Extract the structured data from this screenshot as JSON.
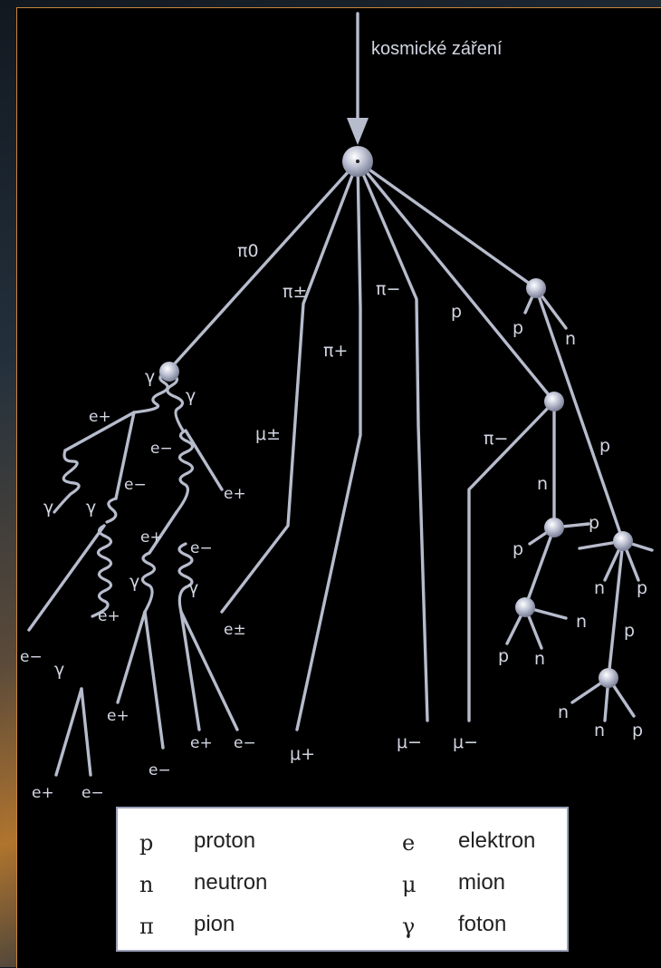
{
  "title": "kosmické záření",
  "labels": {
    "pi0": "π0",
    "pi_pm": "π±",
    "pi_plus": "π+",
    "pi_minus_top": "π−",
    "p_top": "p",
    "p_right1": "p",
    "n_right1": "n",
    "pi_minus_right": "π−",
    "n_mid": "n",
    "p_long": "p",
    "gamma_a": "γ",
    "gamma_b": "γ",
    "e_plus_a": "e+",
    "e_minus_a": "e−",
    "e_minus_b": "e−",
    "e_plus_b": "e+",
    "gamma_c": "γ",
    "gamma_d": "γ",
    "e_plus_c": "e+",
    "e_minus_c": "e−",
    "gamma_e": "γ",
    "gamma_f": "γ",
    "e_plus_d": "e+",
    "e_minus_left": "e−",
    "gamma_g": "γ",
    "mu_pm": "μ±",
    "e_pm": "e±",
    "e_plus_e": "e+",
    "e_minus_e": "e−",
    "e_plus_f": "e+",
    "e_minus_f": "e−",
    "mu_plus": "μ+",
    "mu_minus_a": "μ−",
    "mu_minus_b": "μ−",
    "e_plus_g": "e+",
    "e_minus_g": "e−",
    "p_n1_left": "p",
    "p_n1_right": "p",
    "n_n1": "n",
    "p_n2_a": "p",
    "n_n2_b": "n",
    "n_r_a": "n",
    "p_r_b": "p",
    "p_r_c": "p",
    "n_b_a": "n",
    "n_b_b": "n",
    "p_b_c": "p"
  },
  "legend": [
    {
      "symbol": "p",
      "name": "proton"
    },
    {
      "symbol": "n",
      "name": "neutron"
    },
    {
      "symbol": "π",
      "name": "pion"
    },
    {
      "symbol": "e",
      "name": "elektron"
    },
    {
      "symbol": "μ",
      "name": "mion"
    },
    {
      "symbol": "γ",
      "name": "foton"
    }
  ]
}
